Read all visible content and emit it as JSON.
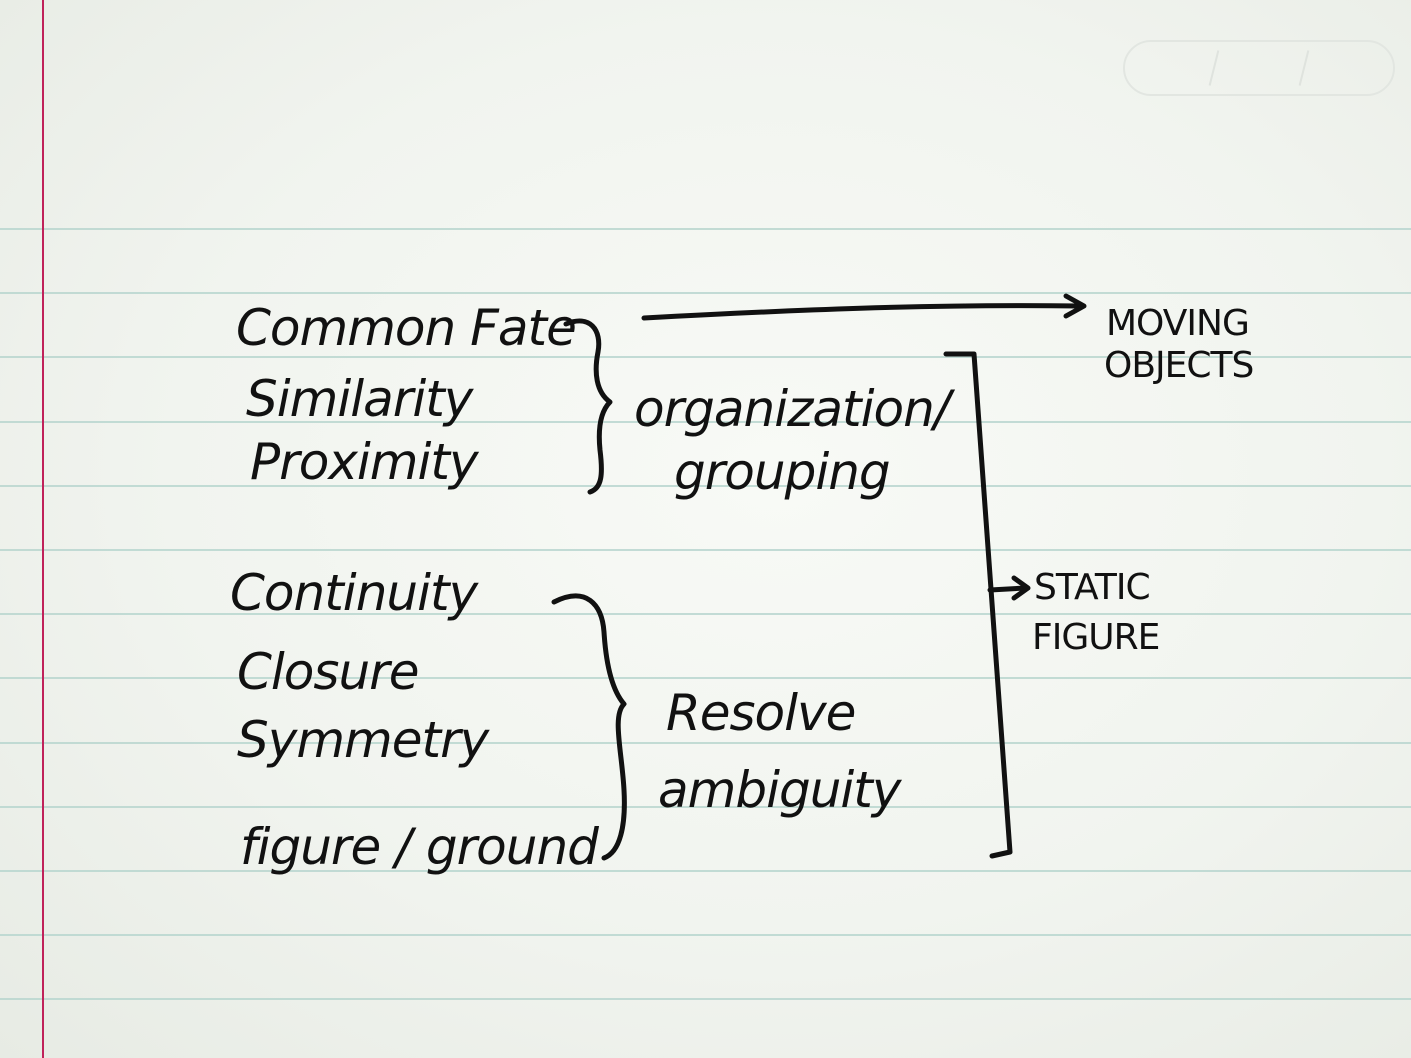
{
  "principles": {
    "group1": [
      "Common Fate",
      "Similarity",
      "Proximity"
    ],
    "group2": [
      "Continuity",
      "Closure",
      "Symmetry",
      "figure / ground"
    ]
  },
  "categories": {
    "organization_line1": "organization/",
    "organization_line2": "grouping",
    "resolve_line1": "Resolve",
    "resolve_line2": "ambiguity"
  },
  "outcomes": {
    "moving_line1": "MOVING",
    "moving_line2": "OBJECTS",
    "static_line1": "STATIC",
    "static_line2": "FIGURE"
  },
  "colors": {
    "ink": "#111111",
    "ruled_lines": "#b9d6cf",
    "margin_line": "#c0225a",
    "paper": "#f3f6f1"
  }
}
